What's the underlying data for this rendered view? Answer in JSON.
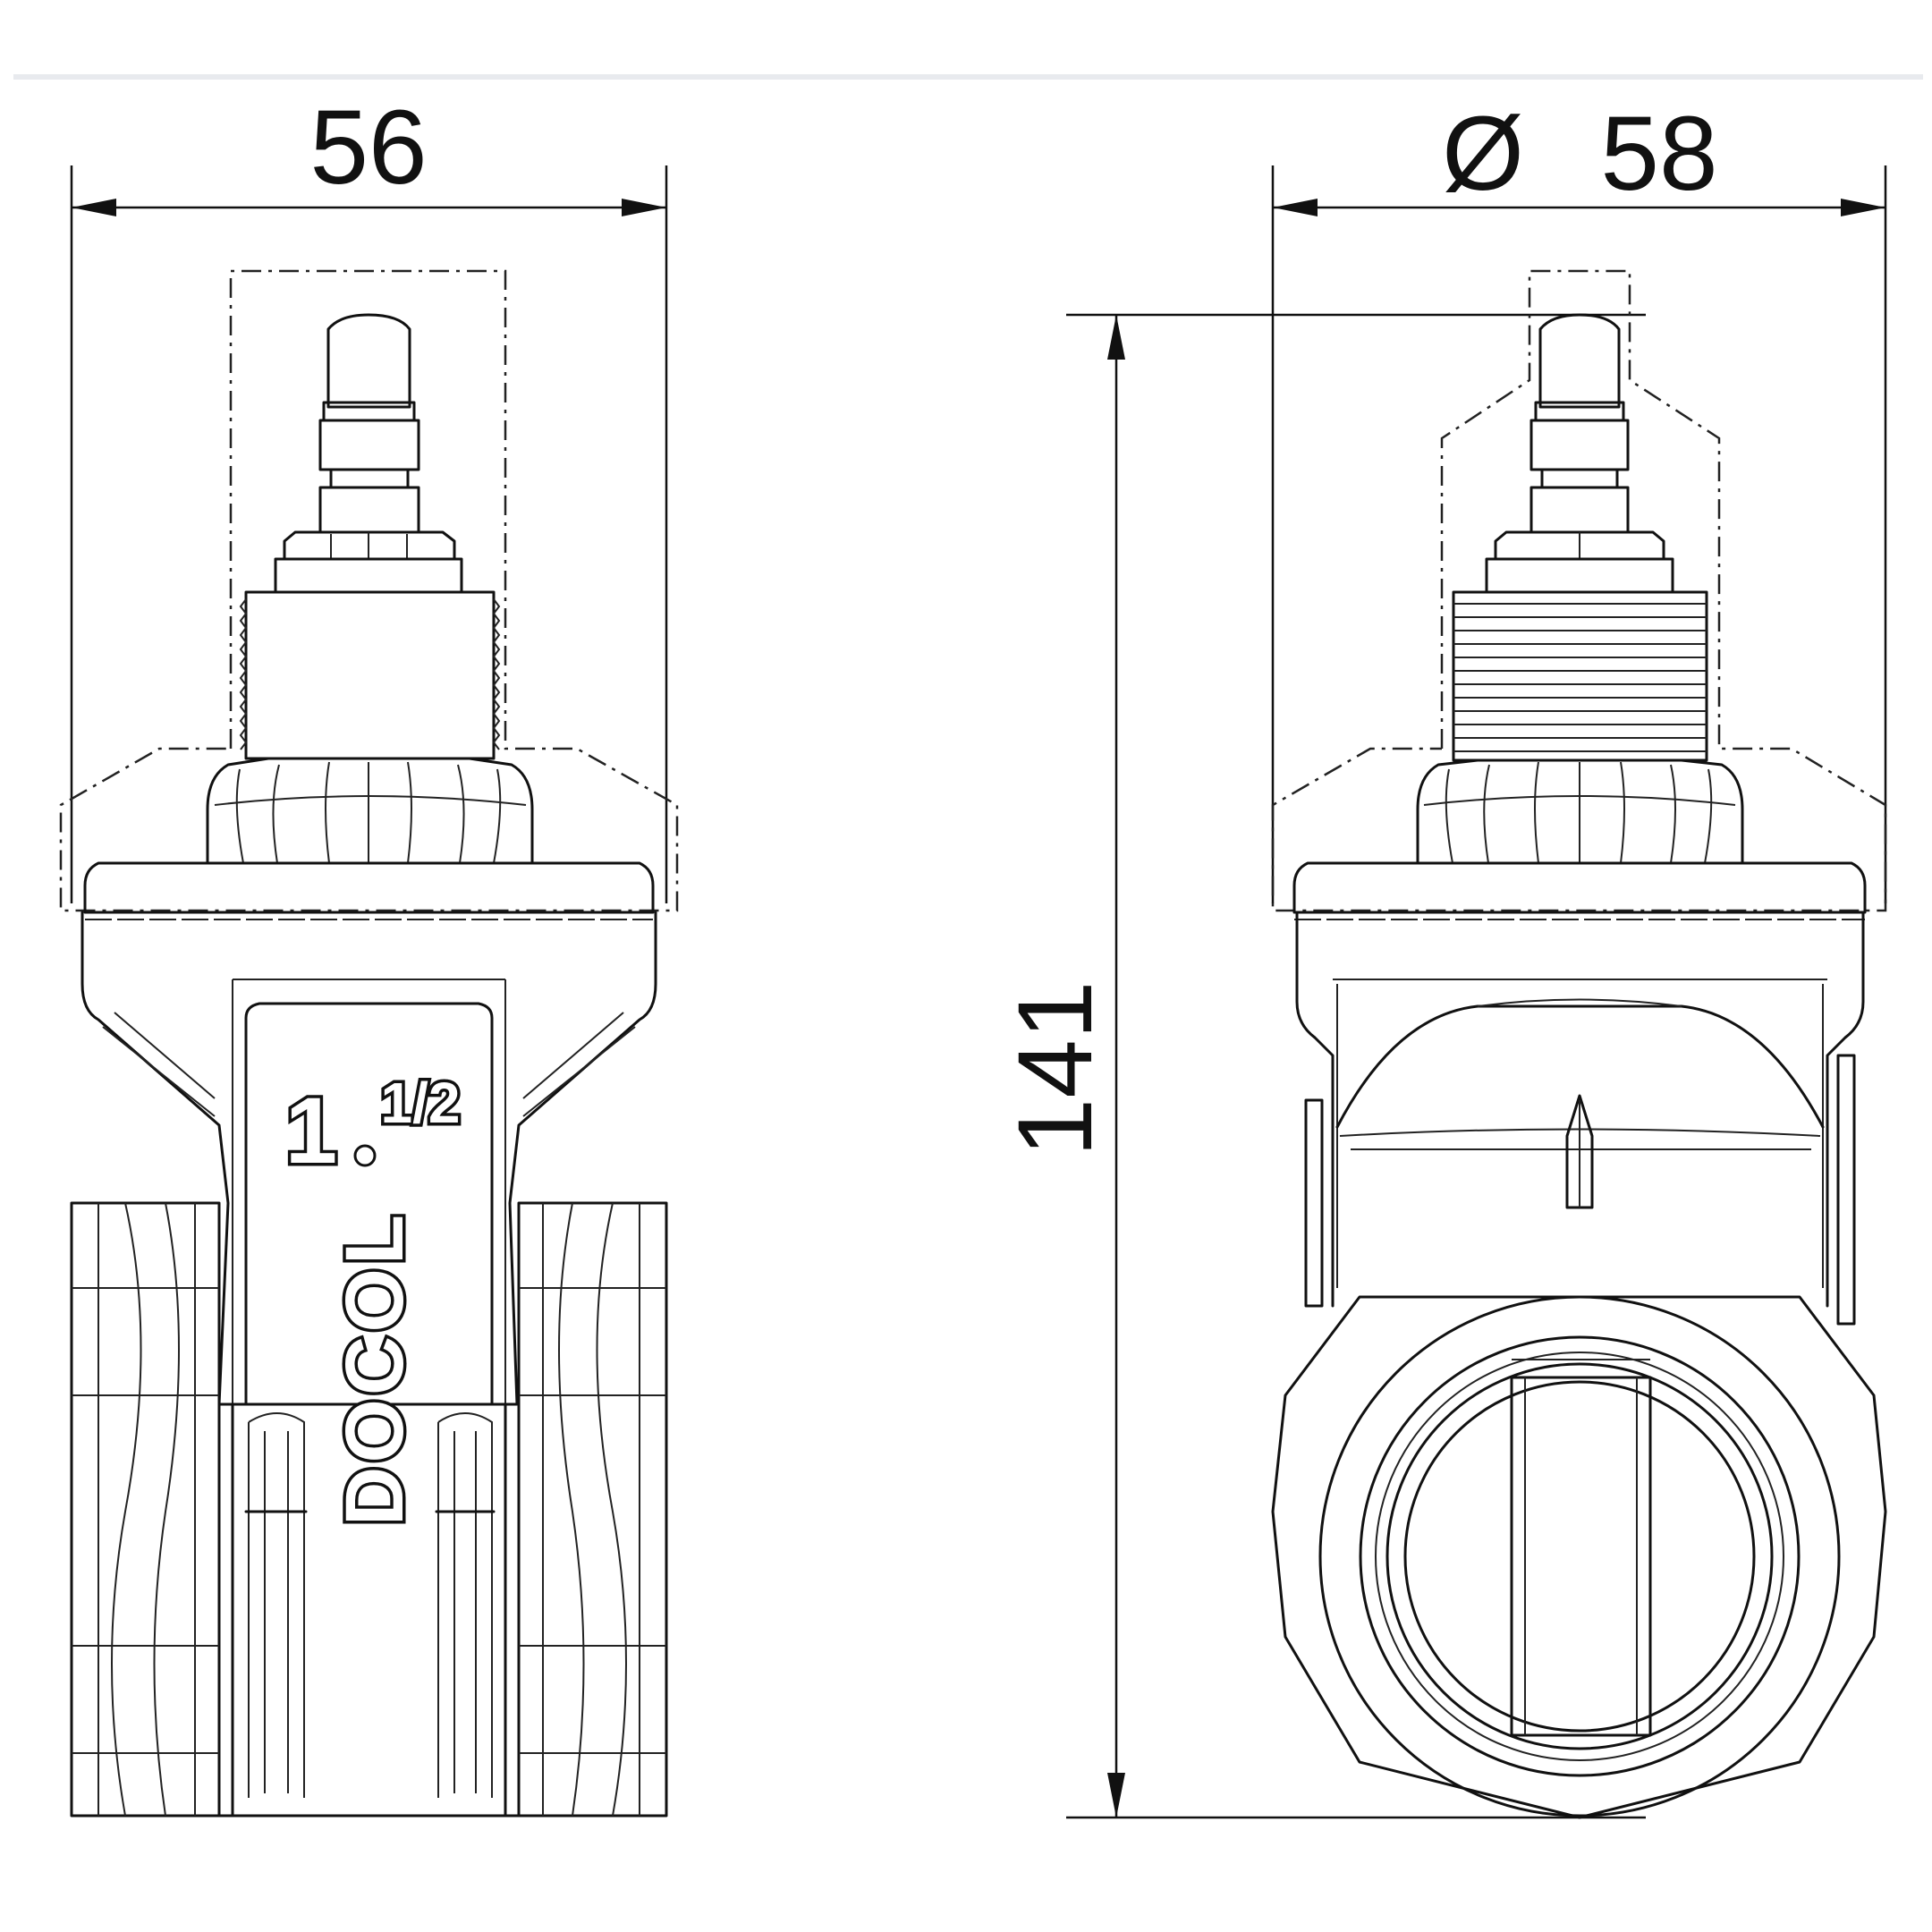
{
  "dimensions": {
    "width_front": "56",
    "diameter_side": "58",
    "diameter_symbol": "Ø",
    "height": "141"
  },
  "markings": {
    "size_whole": "1",
    "size_fraction": "1/2",
    "brand": "DOCOL"
  }
}
